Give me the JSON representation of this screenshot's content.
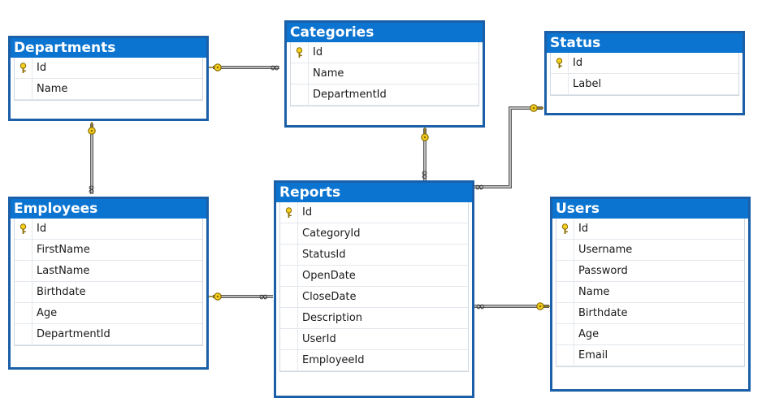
{
  "tables": {
    "departments": {
      "title": "Departments",
      "columns": [
        "Id",
        "Name"
      ],
      "primary_key": "Id"
    },
    "categories": {
      "title": "Categories",
      "columns": [
        "Id",
        "Name",
        "DepartmentId"
      ],
      "primary_key": "Id"
    },
    "status": {
      "title": "Status",
      "columns": [
        "Id",
        "Label"
      ],
      "primary_key": "Id"
    },
    "employees": {
      "title": "Employees",
      "columns": [
        "Id",
        "FirstName",
        "LastName",
        "Birthdate",
        "Age",
        "DepartmentId"
      ],
      "primary_key": "Id"
    },
    "reports": {
      "title": "Reports",
      "columns": [
        "Id",
        "CategoryId",
        "StatusId",
        "OpenDate",
        "CloseDate",
        "Description",
        "UserId",
        "EmployeeId"
      ],
      "primary_key": "Id"
    },
    "users": {
      "title": "Users",
      "columns": [
        "Id",
        "Username",
        "Password",
        "Name",
        "Birthdate",
        "Age",
        "Email"
      ],
      "primary_key": "Id"
    }
  },
  "relationships": [
    {
      "one": "Departments",
      "many": "Categories"
    },
    {
      "one": "Departments",
      "many": "Employees"
    },
    {
      "one": "Categories",
      "many": "Reports"
    },
    {
      "one": "Status",
      "many": "Reports"
    },
    {
      "one": "Employees",
      "many": "Reports"
    },
    {
      "one": "Users",
      "many": "Reports"
    }
  ],
  "colors": {
    "title_bar": "#0b74d0",
    "table_border": "#1a5fa8",
    "connector": "#7a7a7a",
    "key_icon": "#f2c21b"
  },
  "icons": {
    "primary_key": "key-icon",
    "one_end": "key-icon",
    "many_end": "infinity-icon"
  }
}
